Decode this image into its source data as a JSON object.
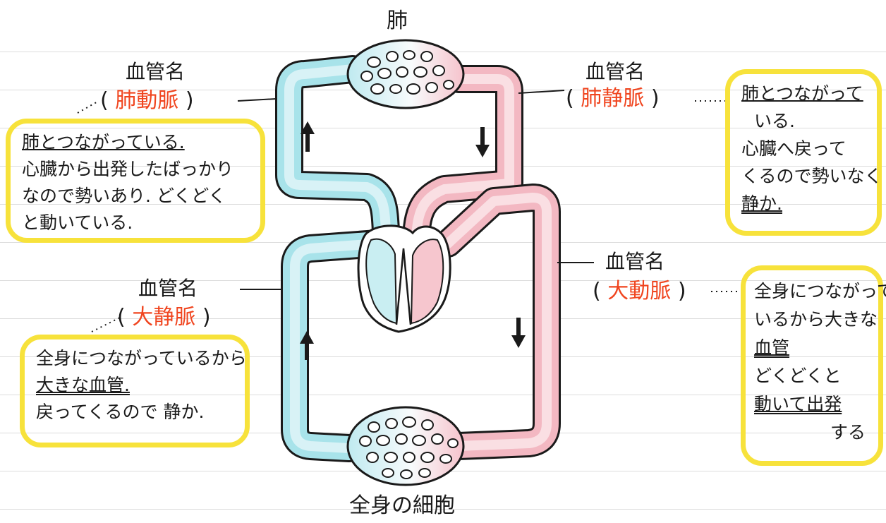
{
  "labels": {
    "lung": "肺",
    "body_cells": "全身の細胞",
    "vessel_name_label": "血管名"
  },
  "vessels": {
    "pulmonary_artery": {
      "name": "肺動脈",
      "note_lines": [
        "肺とつながっている.",
        "心臓から出発したばっかり",
        "なので勢いあり. どくどく",
        "と動いている."
      ]
    },
    "pulmonary_vein": {
      "name": "肺静脈",
      "note_lines": [
        "肺とつながって",
        "いる.",
        "心臓へ戻って",
        "くるので勢いなく",
        "静か."
      ]
    },
    "vena_cava": {
      "name": "大静脈",
      "note_lines": [
        "全身につながっているから",
        "大きな血管.",
        "戻ってくるので 静か."
      ]
    },
    "aorta": {
      "name": "大動脈",
      "note_lines": [
        "全身につながって",
        "いるから大きな",
        "血管",
        "どくどくと",
        "動いて出発",
        "する"
      ]
    }
  },
  "colors": {
    "highlight_yellow": "#f7e23b",
    "vessel_name_red": "#f0451f",
    "venous_blue": "#a8e3ea",
    "arterial_pink": "#f3b8c2"
  }
}
